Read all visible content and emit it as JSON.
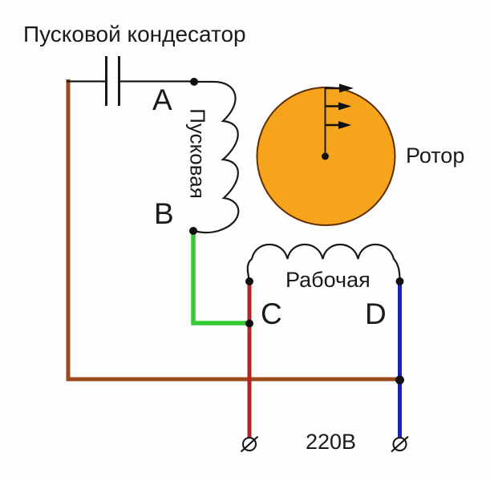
{
  "diagram": {
    "title": "Пусковой кондесатор",
    "rotor_label": "Ротор",
    "start_winding_label": "Пусковая",
    "run_winding_label": "Рабочая",
    "voltage_label": "220В",
    "terminals": {
      "a": "A",
      "b": "B",
      "c": "C",
      "d": "D"
    },
    "colors": {
      "brown_wire": "#9a4a1e",
      "green_wire": "#33cc33",
      "red_wire": "#b52525",
      "blue_wire": "#2121b2",
      "rotor_fill": "#f7a41d",
      "rotor_outline": "#5c2e00",
      "line_black": "#1a1a1a"
    }
  }
}
